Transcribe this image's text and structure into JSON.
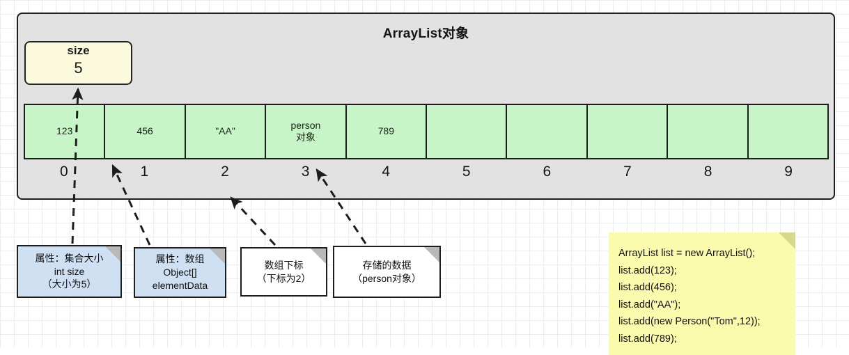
{
  "diagram": {
    "title": "ArrayList对象",
    "size_field": {
      "label": "size",
      "value": "5"
    },
    "array": {
      "cells": [
        "123",
        "456",
        "\"AA\"",
        "person\n对象",
        "789",
        "",
        "",
        "",
        "",
        ""
      ],
      "indices": [
        "0",
        "1",
        "2",
        "3",
        "4",
        "5",
        "6",
        "7",
        "8",
        "9"
      ]
    },
    "notes": [
      {
        "id": "note-size",
        "style": "blue",
        "text": "属性：集合大小\nint size\n（大小为5）"
      },
      {
        "id": "note-array",
        "style": "blue",
        "text": "属性：数组\nObject[]\nelementData"
      },
      {
        "id": "note-index",
        "style": "white",
        "text": "数组下标\n（下标为2）"
      },
      {
        "id": "note-data",
        "style": "white",
        "text": "存储的数据\n（person对象）"
      }
    ],
    "code_note": {
      "lines": [
        "ArrayList list = new ArrayList();",
        "list.add(123);",
        "list.add(456);",
        "list.add(\"AA\");",
        "list.add(new Person(\"Tom\",12));",
        "list.add(789);"
      ]
    },
    "colors": {
      "container_fill": "#e2e2e2",
      "array_fill": "#c8f5c8",
      "size_fill": "#fcfadc",
      "note_blue_fill": "#cfe0f3",
      "note_white_fill": "#ffffff",
      "code_fill": "#fbfbae",
      "stroke": "#1d1d1d"
    }
  }
}
